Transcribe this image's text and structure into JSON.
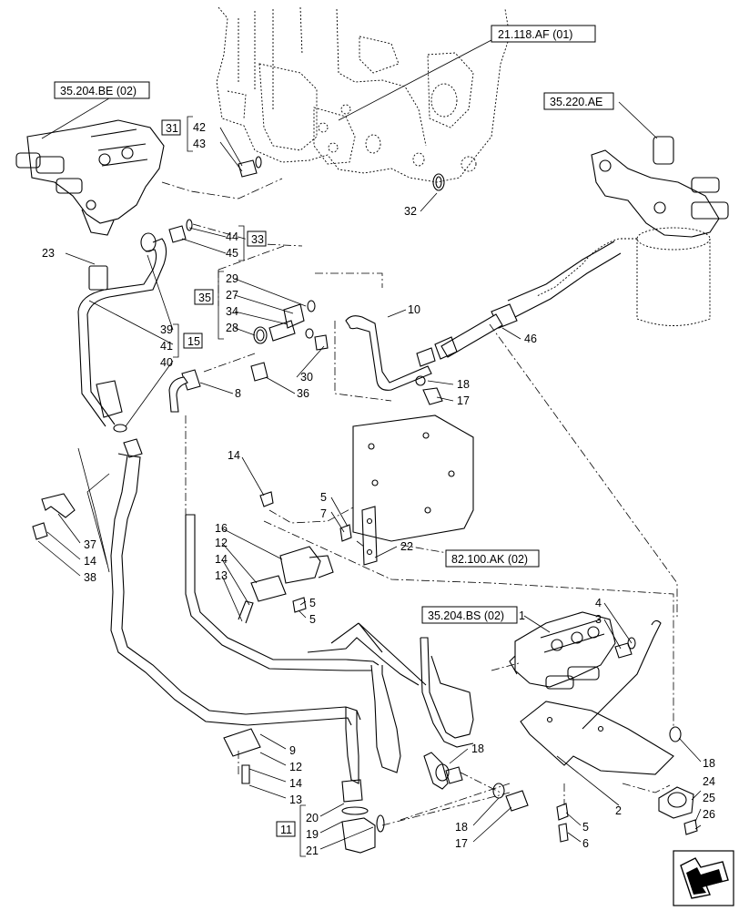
{
  "references": {
    "r_21118af": "21.118.AF (01)",
    "r_35204be": "35.204.BE (02)",
    "r_35220ae": "35.220.AE",
    "r_82100ak": "82.100.AK (02)",
    "r_35204bs": "35.204.BS (02)"
  },
  "groups": {
    "g31": "31",
    "g33": "33",
    "g35": "35",
    "g15": "15",
    "g11": "11"
  },
  "labels": {
    "l42": "42",
    "l43": "43",
    "l32": "32",
    "l23": "23",
    "l44": "44",
    "l45": "45",
    "l29": "29",
    "l27": "27",
    "l34": "34",
    "l28": "28",
    "l10": "10",
    "l46": "46",
    "l18a": "18",
    "l17a": "17",
    "l39": "39",
    "l41": "41",
    "l40": "40",
    "l8": "8",
    "l30": "30",
    "l36": "36",
    "l14a": "14",
    "l5a": "5",
    "l7": "7",
    "l22": "22",
    "l16": "16",
    "l12a": "12",
    "l14b": "14",
    "l13a": "13",
    "l5b": "5",
    "l5c": "5",
    "l37": "37",
    "l14c": "14",
    "l38": "38",
    "l1": "1",
    "l4": "4",
    "l3": "3",
    "l9": "9",
    "l12b": "12",
    "l14d": "14",
    "l13b": "13",
    "l18b": "18",
    "l18c": "18",
    "l2": "2",
    "l24": "24",
    "l5d": "5",
    "l6": "6",
    "l25": "25",
    "l26": "26",
    "l20": "20",
    "l19": "19",
    "l21": "21",
    "l18d": "18",
    "l17b": "17"
  },
  "nav": {
    "next_icon": "double-arrow-icon"
  }
}
